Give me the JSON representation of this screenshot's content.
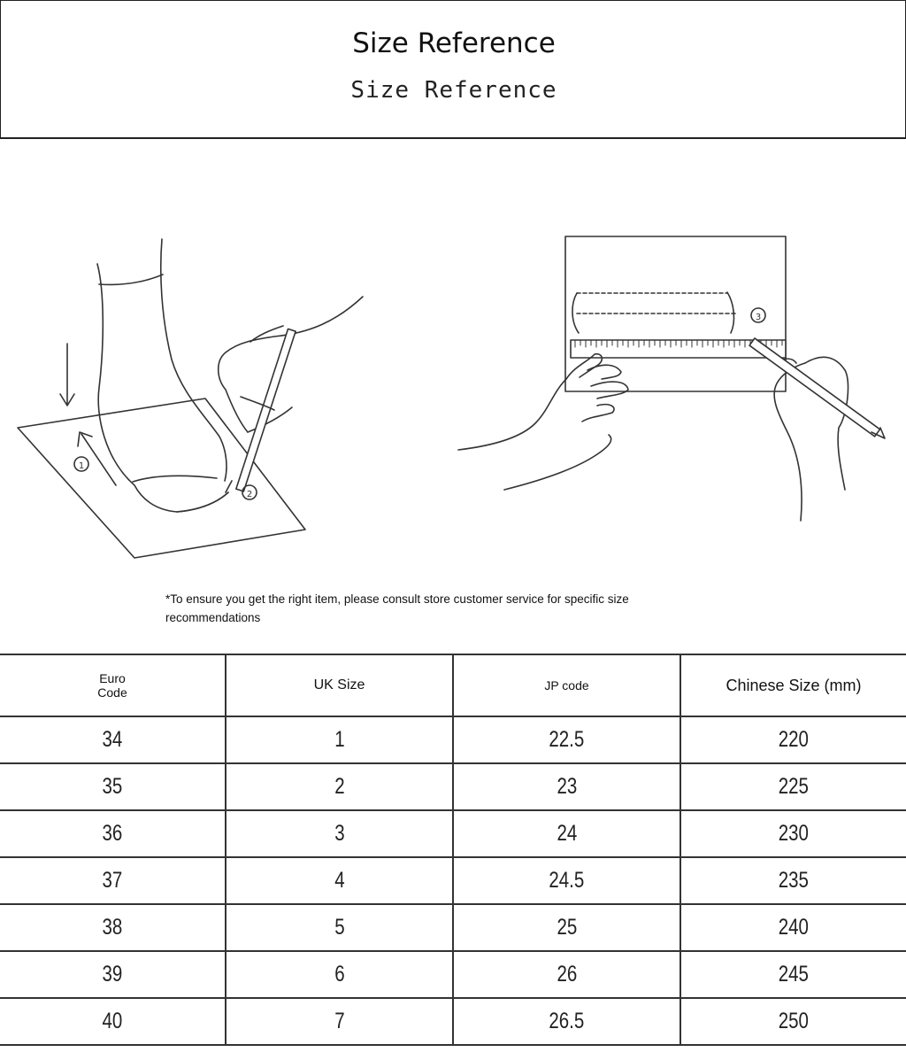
{
  "header": {
    "title": "Size Reference",
    "subtitle": "Size Reference"
  },
  "illustration": {
    "step_markers": [
      "①",
      "②",
      "③"
    ]
  },
  "note": "*To ensure you get the right item, please consult store customer service for specific size recommendations",
  "table": {
    "headers": [
      "Euro Code",
      "UK Size",
      "JP code",
      "Chinese Size (mm)"
    ],
    "rows": [
      [
        "34",
        "1",
        "22.5",
        "220"
      ],
      [
        "35",
        "2",
        "23",
        "225"
      ],
      [
        "36",
        "3",
        "24",
        "230"
      ],
      [
        "37",
        "4",
        "24.5",
        "235"
      ],
      [
        "38",
        "5",
        "25",
        "240"
      ],
      [
        "39",
        "6",
        "26",
        "245"
      ],
      [
        "40",
        "7",
        "26.5",
        "250"
      ]
    ]
  }
}
